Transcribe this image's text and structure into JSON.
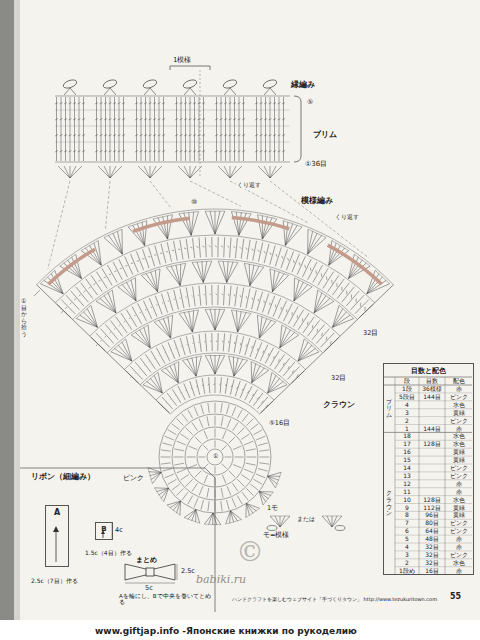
{
  "diagram": {
    "nodes": [
      {
        "text": [
          "目数と配色"
        ]
      },
      {
        "text": [
          "A"
        ]
      },
      {
        "text": [
          "B"
        ]
      }
    ],
    "labels": [
      "1模様",
      "縁編み",
      "⑤",
      "ブリム",
      "①36目",
      "くり返す",
      "模様編み",
      "くり返す",
      "⑩",
      "32目",
      "32目",
      "クラウン",
      "⑤16目",
      "①",
      "①目から拾う",
      "1モ",
      "または",
      "モ=模様",
      "リボン（細編み）",
      "ピンク",
      "4c",
      "1.5c（4目）作る",
      "2.5c（7目）作る",
      "まとめ",
      "2.5c",
      "5c",
      "Aを輪にし、Bで中央を巻いてとめる",
      "ハンドクラフトを楽しむウェブサイト「手づくりタウン」 http://www.tezukuritown.com",
      "55",
      "www.giftjap.info -Японские книжки по рукоделию",
      "babiki.ru",
      "©",
      "段",
      "目数",
      "配色",
      "ブリム",
      "クラウン",
      "1段",
      "36模様",
      "赤",
      "5段目",
      "144目",
      "ピンク",
      "4",
      "水色",
      "3",
      "黄緑",
      "2",
      "ピンク",
      "1",
      "144目",
      "赤",
      "18",
      "水色",
      "17",
      "128目",
      "水色",
      "16",
      "黄緑",
      "15",
      "黄緑",
      "14",
      "ピンク",
      "13",
      "ピンク",
      "12",
      "赤",
      "11",
      "赤",
      "10",
      "128目",
      "水色",
      "9",
      "112目",
      "黄緑",
      "8",
      "96目",
      "黄緑",
      "7",
      "80目",
      "ピンク",
      "6",
      "64目",
      "ピンク",
      "5",
      "48目",
      "赤",
      "4",
      "32目",
      "赤",
      "3",
      "32目",
      "ピンク",
      "2",
      "32目",
      "水色",
      "1段め",
      "16目",
      "赤"
    ]
  }
}
